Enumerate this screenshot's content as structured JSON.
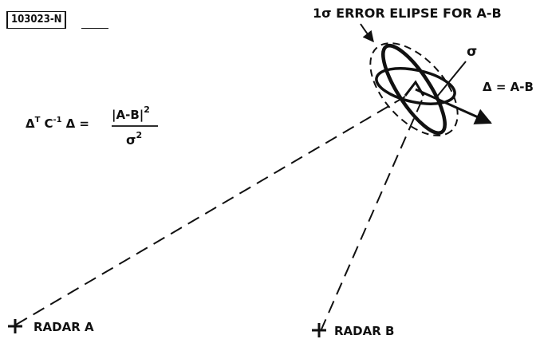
{
  "figure": {
    "id": "103023-N",
    "title": "1σ ERROR ELIPSE FOR A-B",
    "sigma": "σ",
    "delta_def": "Δ = A-B",
    "equation": {
      "lhs": "ΔT C-1 Δ =",
      "numerator": "|A-B|2",
      "denominator": "σ2"
    },
    "radar_a": "RADAR A",
    "radar_b": "RADAR B"
  }
}
